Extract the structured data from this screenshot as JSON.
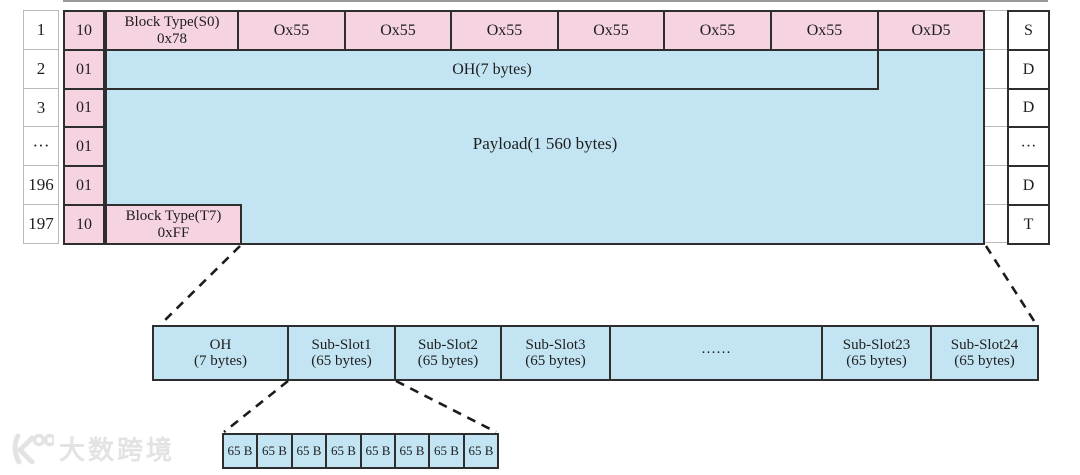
{
  "colors": {
    "pink": "#f6d3e1",
    "blue": "#c3e5f3",
    "border_dark": "#2e2e2e",
    "border_light": "#b9b9b9",
    "text": "#1e1e1e",
    "watermark": "#e3e3e3"
  },
  "frame_table": {
    "row_indices": [
      "1",
      "2",
      "3",
      "···",
      "196",
      "197"
    ],
    "sync_bits": [
      "10",
      "01",
      "01",
      "01",
      "01",
      "10"
    ],
    "block_s0": {
      "title": "Block Type(S0)",
      "value": "0x78"
    },
    "row1_bytes": [
      "Ox55",
      "Ox55",
      "Ox55",
      "Ox55",
      "Ox55",
      "Ox55",
      "OxD5"
    ],
    "oh_label": "OH(7 bytes)",
    "payload_label": "Payload(1 560 bytes)",
    "block_t7": {
      "title": "Block Type(T7)",
      "value": "0xFF"
    },
    "block_flags": [
      "S",
      "D",
      "D",
      "···",
      "D",
      "T"
    ]
  },
  "subslot_band": {
    "cells": [
      {
        "line1": "OH",
        "line2": "(7 bytes)"
      },
      {
        "line1": "Sub-Slot1",
        "line2": "(65 bytes)"
      },
      {
        "line1": "Sub-Slot2",
        "line2": "(65 bytes)"
      },
      {
        "line1": "Sub-Slot3",
        "line2": "(65 bytes)"
      },
      {
        "line1": "······",
        "line2": ""
      },
      {
        "line1": "Sub-Slot23",
        "line2": "(65 bytes)"
      },
      {
        "line1": "Sub-Slot24",
        "line2": "(65 bytes)"
      }
    ]
  },
  "bytes_row": {
    "cells": [
      "65 B",
      "65 B",
      "65 B",
      "65 B",
      "65 B",
      "65 B",
      "65 B",
      "65 B"
    ]
  },
  "watermark": {
    "text": "大数跨境"
  }
}
